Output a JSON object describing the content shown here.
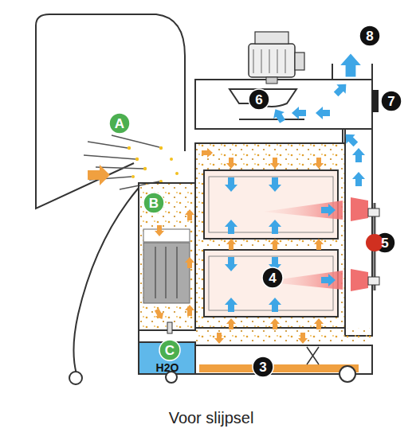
{
  "diagram": {
    "caption": "Voor slijpsel",
    "labels": [
      "A",
      "8",
      "6",
      "7",
      "B",
      "4",
      "5",
      "C",
      "H2O",
      "3"
    ]
  }
}
